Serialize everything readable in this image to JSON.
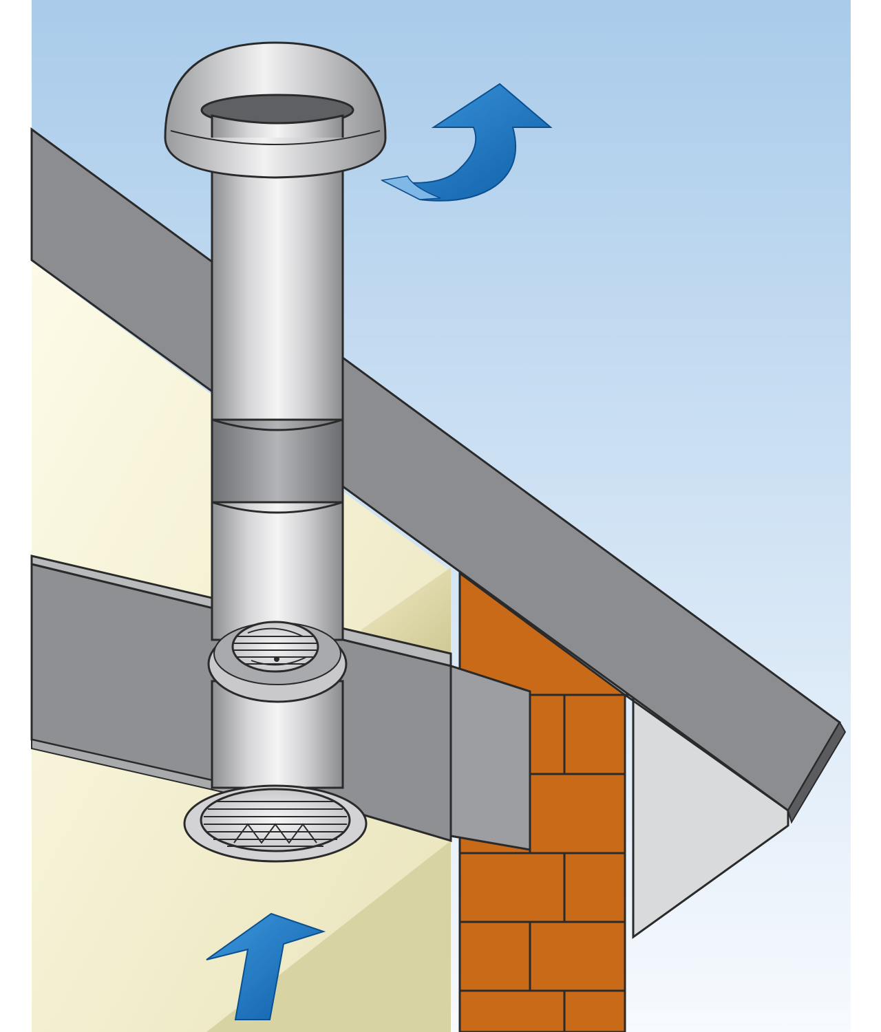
{
  "diagram": {
    "kind": "roof vent installation illustration",
    "components": [
      "sky",
      "roof-overhang",
      "gable-wall",
      "ceiling-beams",
      "brick-wall",
      "soffit",
      "vent-cap",
      "vent-pipe",
      "fan-unit",
      "ceiling-grille",
      "exhaust-arrow",
      "intake-arrow"
    ],
    "airflow": [
      {
        "from": "room",
        "to": "ceiling-grille",
        "icon": "intake-arrow-icon"
      },
      {
        "from": "vent-cap",
        "to": "outside",
        "icon": "exhaust-arrow-icon"
      }
    ]
  },
  "colors": {
    "sky_top": "#a9cbea",
    "sky_bottom": "#f7fafe",
    "wall_light": "#fbf8df",
    "wall_shade": "#dcd7a6",
    "roof": "#8c8d90",
    "roof_dark": "#5b5c60",
    "beam": "#8f9093",
    "brick": "#c96a18",
    "soffit": "#d9dadc",
    "metal_light": "#eeeeee",
    "metal_mid": "#b9b9bc",
    "metal_dark": "#7f8083",
    "arrow_blue": "#1b78c3",
    "arrow_dark": "#0c4f8f",
    "outline": "#2a2a2a"
  }
}
